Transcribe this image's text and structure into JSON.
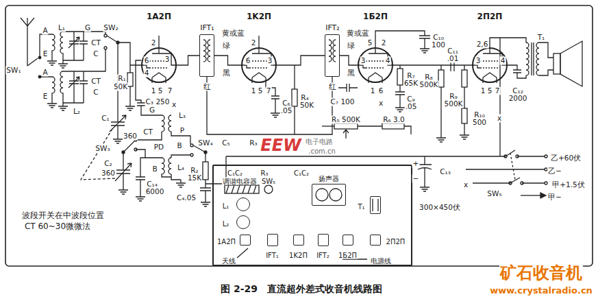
{
  "diagram": {
    "caption": "图 2-29　直流超外差式收音机线路图",
    "nodes": [
      {
        "text": [
          "1A2П"
        ]
      },
      {
        "text": [
          "IFT₁"
        ]
      },
      {
        "text": [
          "1K2П"
        ]
      },
      {
        "text": [
          "IFT₂"
        ]
      },
      {
        "text": [
          "1Б2П"
        ]
      },
      {
        "text": [
          "2П2П"
        ]
      },
      {
        "text": [
          "C₁C₂",
          "调谐电容器",
          "R₃",
          "SW₅",
          "C₁C₂",
          "天线",
          "电源线"
        ]
      },
      {
        "text": [
          "L₁"
        ],
        "in": 6
      },
      {
        "text": [
          "L₂"
        ],
        "in": 6
      },
      {
        "text": [
          "1A2П"
        ],
        "in": 6
      },
      {
        "text": [
          "IFT₁"
        ],
        "in": 6
      },
      {
        "text": [
          "1K2П"
        ],
        "in": 6
      },
      {
        "text": [
          "IFT₂"
        ],
        "in": 6
      },
      {
        "text": [
          "1Б2П"
        ],
        "in": 6
      },
      {
        "text": [
          "2П2П"
        ],
        "in": 6
      },
      {
        "text": [
          "扬声器"
        ],
        "in": 6
      },
      {
        "text": [
          "T₁"
        ],
        "in": 6
      }
    ],
    "edges": [
      {
        "from": 0,
        "to": 1,
        "arrow": "none"
      },
      {
        "from": 1,
        "to": 2,
        "arrow": "none"
      },
      {
        "from": 2,
        "to": 3,
        "arrow": "none"
      },
      {
        "from": 3,
        "to": 4,
        "arrow": "none"
      },
      {
        "from": 4,
        "to": 5,
        "arrow": "none"
      }
    ],
    "labels": [
      "A",
      "L₁",
      "G",
      "SW₂",
      "E",
      "SW₁",
      "A",
      "E",
      "L₂",
      "CT",
      "C",
      "CT",
      "C",
      "C₁",
      "360",
      "2",
      "6",
      "4",
      "3",
      "1",
      "5",
      "7",
      "x",
      "R₁",
      "50K",
      "C₃ 250",
      "G",
      "L₃",
      "P",
      "CT",
      "SW₃",
      "PD",
      "B",
      "SW₄",
      "B",
      "L₄",
      "C₂",
      "360",
      "C₁₄",
      "6000",
      "R₂",
      "15K",
      "C₄.05",
      "波段开关在中波段位置",
      "CT 60~30微微法",
      "黄或蓝",
      "绿",
      "黑",
      "红",
      "6",
      "2",
      "3",
      "1",
      "5",
      "7",
      "C₆",
      ".05",
      "R₄",
      "50K",
      "黄或蓝",
      "绿",
      "黑",
      "红",
      "5",
      "2",
      "C₁₀",
      "100",
      "3",
      "4",
      "1",
      "6",
      "x",
      "C₇ 100",
      "R₇",
      "65K",
      "C₉",
      ".05",
      "R₅ 500K",
      "R₆ 3.0",
      "C₁₁",
      ".01",
      "2,6",
      "3",
      "4",
      "1",
      "5",
      "7",
      "x",
      "R₈",
      "500K",
      "R₉",
      "500K",
      "R₁₀",
      "500",
      "T₁",
      "C₁₂",
      "2000",
      "乙+60伏",
      "乙−",
      "x",
      "甲+1.5伏",
      "SW₅",
      "甲−",
      "C₁₃",
      "+",
      "−",
      "300×450伏",
      "C₅",
      "R₃",
      "EEW",
      "电子电路",
      ".com.cn",
      "矿石收音机",
      "www.crystalradio.cn"
    ]
  }
}
